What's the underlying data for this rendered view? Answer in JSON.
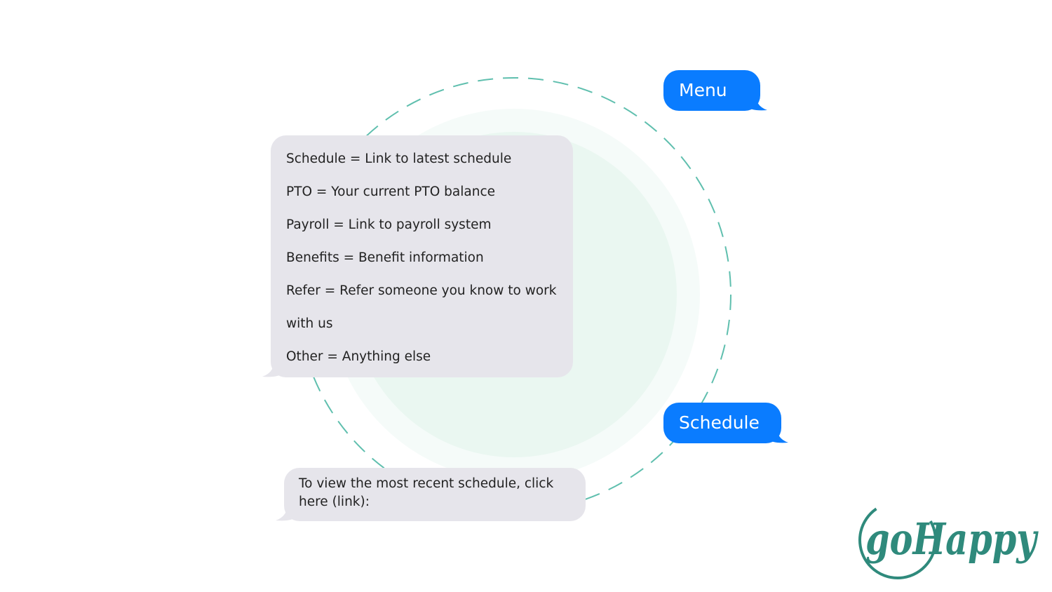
{
  "theme": {
    "outgoing_color": "#0a7cff",
    "incoming_color": "#e6e5eb",
    "ring_color": "#5fbfae",
    "glow_color": "#eaf7f1",
    "logo_color": "#2f8a7c"
  },
  "conversation": {
    "messages": [
      {
        "sender": "user",
        "text": "Menu"
      },
      {
        "sender": "bot",
        "lines": [
          "Schedule = Link to latest schedule",
          "PTO = Your current PTO balance",
          "Payroll = Link to payroll system",
          "Benefits = Benefit information",
          "Refer = Refer someone you know to work",
          "with us",
          "Other = Anything else"
        ]
      },
      {
        "sender": "user",
        "text": "Schedule"
      },
      {
        "sender": "bot",
        "lines": [
          "To view the most recent schedule, click",
          "here (link):"
        ]
      }
    ]
  },
  "logo": {
    "text": "goHappy",
    "icon": "gohappy-logo"
  }
}
